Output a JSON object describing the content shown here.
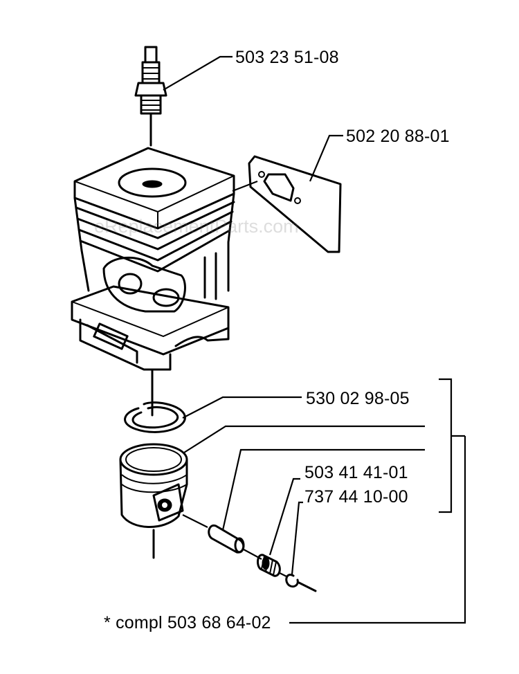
{
  "diagram": {
    "watermark": "eReplacementParts.com",
    "parts": [
      {
        "id": "spark_plug",
        "label": "503 23 51-08"
      },
      {
        "id": "gasket",
        "label": "502 20 88-01"
      },
      {
        "id": "piston_ring",
        "label": "530 02 98-05"
      },
      {
        "id": "needle_bearing",
        "label": "503 41 41-01"
      },
      {
        "id": "circlip",
        "label": "737 44 10-00"
      }
    ],
    "kit": {
      "label": "*  compl 503 68 64-02"
    }
  }
}
